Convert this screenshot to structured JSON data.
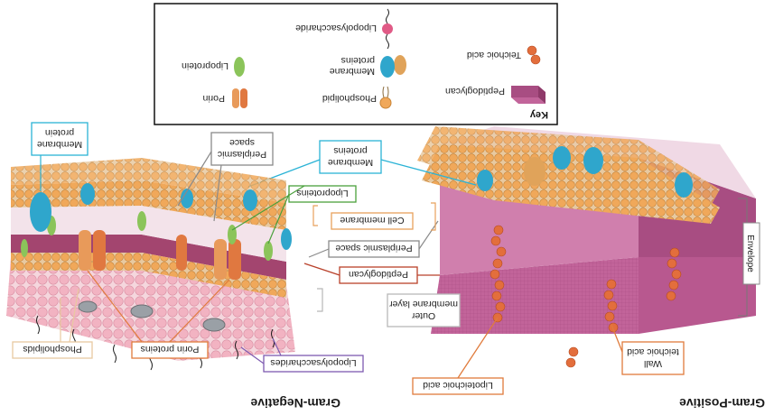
{
  "titles": {
    "gram_positive": "Gram-Positive",
    "gram_negative": "Gram-Negative"
  },
  "key": {
    "heading": "Key",
    "items": {
      "peptidoglycan": "Peptidoglycan",
      "phospholipid": "Phospholipid",
      "porin": "Porin",
      "teichoic_acid": "Teichoic acid",
      "membrane_proteins": [
        "Membrane",
        "proteins"
      ],
      "lipoprotein": "Lipoprotein",
      "lipopolysaccharide": "Lipopolysaccharide"
    }
  },
  "gram_positive_labels": {
    "lipoteichoic_acid": "Lipoteichoic acid",
    "wall_teichoic_acid": [
      "Wall",
      "teichoic acid"
    ],
    "envelope": "Envelope"
  },
  "shared_labels": {
    "peptidoglycan": "Peptidoglycan",
    "periplasmic_space": "Periplasmic space",
    "cell_membrane": "Cell membrane",
    "membrane_proteins": [
      "Membrane",
      "proteins"
    ]
  },
  "gram_negative_labels": {
    "outer_membrane_layer": [
      "Outer",
      "membrane layer"
    ],
    "lipoproteins": "Lipoproteins",
    "periplasmic_space": [
      "Periplasmic",
      "space"
    ],
    "membrane_protein": [
      "Membrane",
      "protein"
    ],
    "phospholipids": "Phospholipids",
    "porin_proteins": "Porin proteins",
    "lipopolysaccharides": "Lipopolysaccharides"
  },
  "colors": {
    "peptidoglycan": "#a3456f",
    "bilayer_head": "#f0a85a",
    "membrane_protein": "#2fa6cc",
    "lipoprotein": "#8bc45a",
    "porin": "#e07840",
    "outer_membrane": "#f2b3c2",
    "leader_orange": "#e07b3c",
    "leader_red": "#b9412a",
    "leader_teal": "#2bb3d6",
    "leader_green": "#4aa03c",
    "leader_purple": "#7e5bb0",
    "leader_grey": "#8a8a8a"
  }
}
